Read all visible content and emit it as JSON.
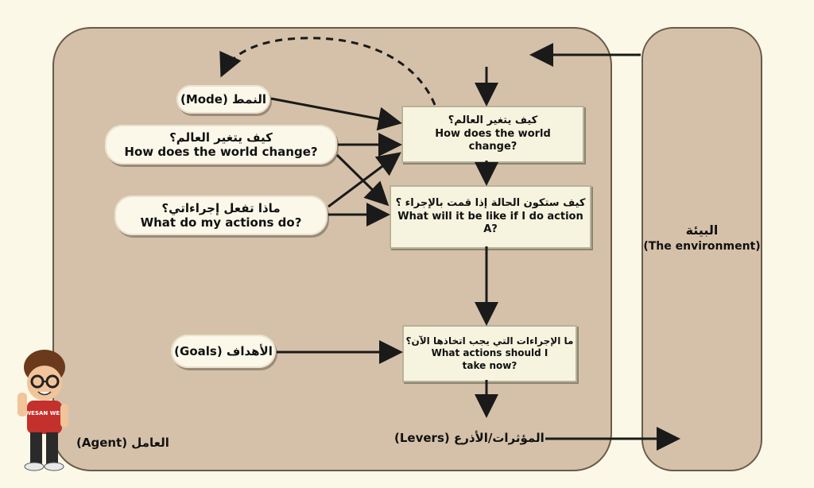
{
  "agent_label": "العامل (Agent)",
  "environment": {
    "ar": "البيئة",
    "en": "(The environment)"
  },
  "mode_pill": "النمط (Mode)",
  "world_pill": {
    "ar": "كيف يتغير العالم؟",
    "en": "How does the world change?"
  },
  "actions_pill": {
    "ar": "ماذا تفعل إجراءاتي؟",
    "en": "What do my actions do?"
  },
  "goals_pill": "الأهداف (Goals)",
  "box_world": {
    "ar": "كيف يتغير العالم؟",
    "en": "How does the world change?"
  },
  "box_action": {
    "ar": "كيف ستكون الحالة إذا قمت بالإجراء ؟",
    "en": "What will it be like if I do action A?"
  },
  "box_decide": {
    "ar": "ما الإجراءات التي يجب اتخاذها الآن؟",
    "en": "What actions should I take now?"
  },
  "levers_label": "المؤثرات/الأذرع (Levers)",
  "mascot": {
    "shirt_text": "WESAN WEB"
  },
  "colors": {
    "agent_bg": "#d5c1a9",
    "page_bg": "#fbf8e7",
    "pill_bg": "#fbf8ea",
    "box_bg": "#f6f4de",
    "arrow": "#1a1a1a"
  }
}
